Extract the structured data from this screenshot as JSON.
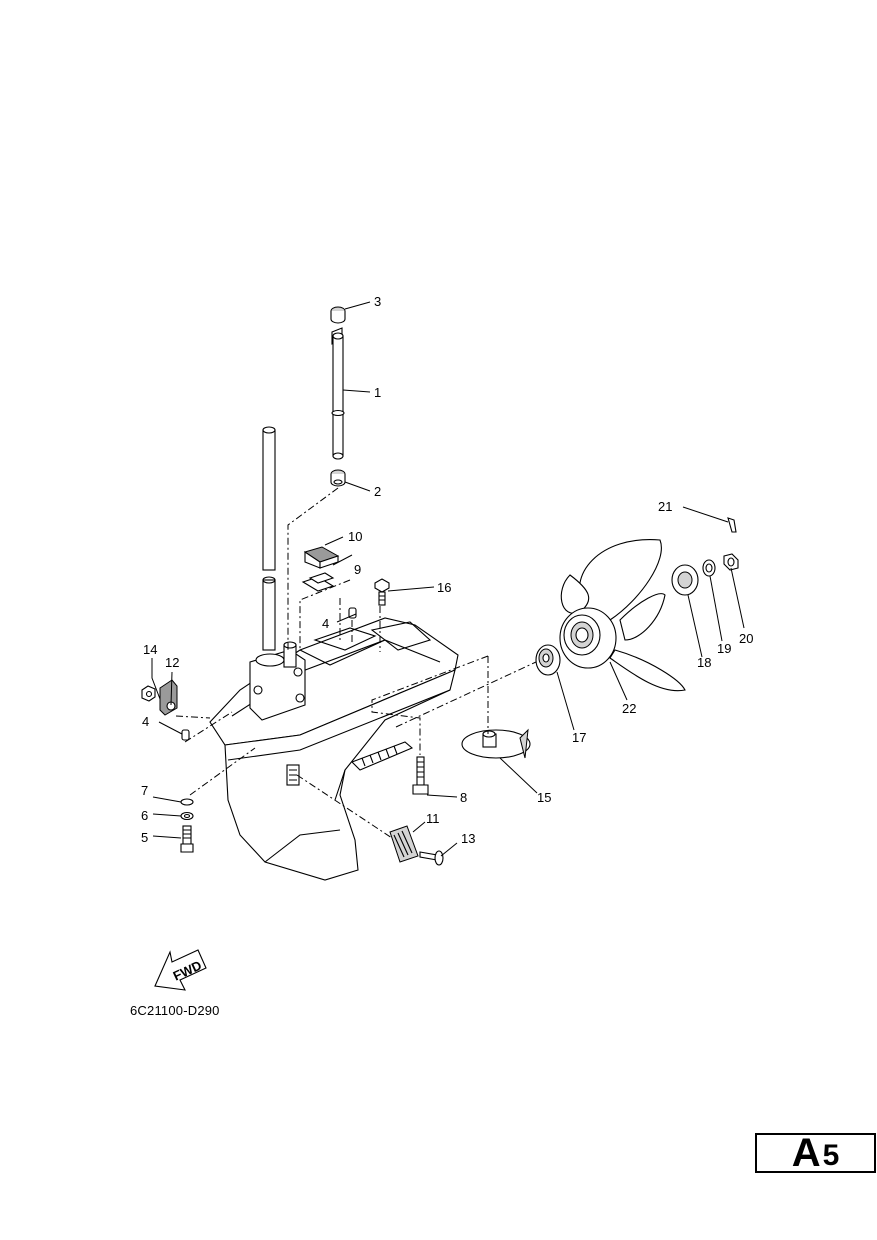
{
  "diagram": {
    "callouts": [
      "1",
      "2",
      "3",
      "4",
      "4",
      "5",
      "6",
      "7",
      "8",
      "9",
      "10",
      "11",
      "12",
      "13",
      "14",
      "15",
      "16",
      "17",
      "18",
      "19",
      "20",
      "21",
      "22"
    ],
    "fwd_label": "FWD",
    "drawing_code": "6C21100-D290",
    "sheet": {
      "letter": "A",
      "number": "5"
    }
  }
}
